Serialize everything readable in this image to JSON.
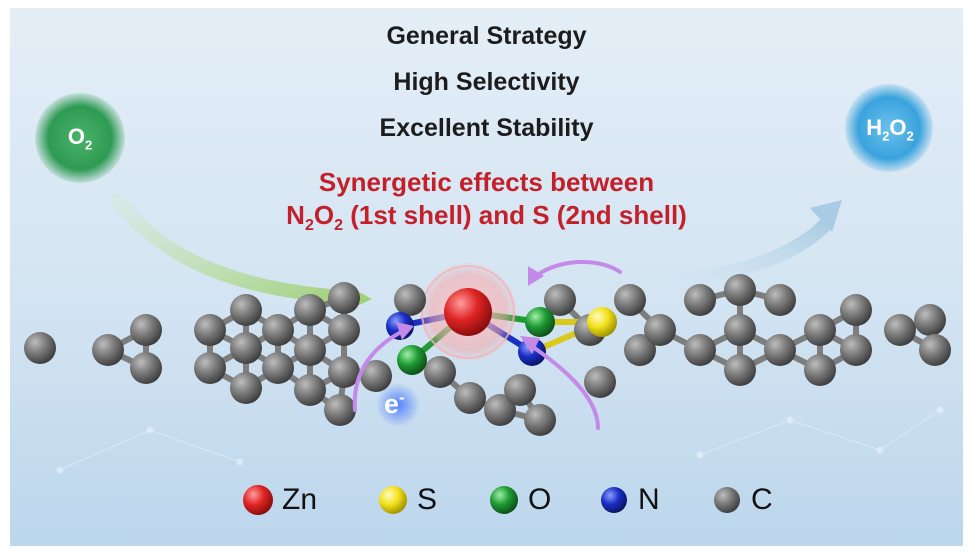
{
  "headlines": {
    "line1": "General Strategy",
    "line2": "High Selectivity",
    "line3": "Excellent Stability",
    "red1": "Synergetic effects between",
    "red2_parts": {
      "a": "N",
      "a_sub": "2",
      "b": "O",
      "b_sub": "2",
      "c": " (1st shell) and S (2nd shell)"
    }
  },
  "reactant": {
    "base": "O",
    "sub": "2",
    "color": "#2e9a52"
  },
  "product": {
    "base": "H",
    "sub1": "2",
    "mid": "O",
    "sub2": "2",
    "color": "#3aa3dc"
  },
  "electron": {
    "base": "e",
    "sup": "-"
  },
  "legend": [
    {
      "label": "Zn",
      "color": "#e02424"
    },
    {
      "label": "S",
      "color": "#f2e21c"
    },
    {
      "label": "O",
      "color": "#1f9a34"
    },
    {
      "label": "N",
      "color": "#1a2fc4"
    },
    {
      "label": "C",
      "color": "#6b6b6b"
    }
  ],
  "colors": {
    "background_top": "#dbe9f5",
    "background_bottom": "#c4dcf0",
    "title_dark": "#1c1c1c",
    "title_red": "#c3202a",
    "arrow_in": "#9fd17a",
    "arrow_out": "#bcd8ea",
    "electron_arrow": "#c48ae8"
  }
}
